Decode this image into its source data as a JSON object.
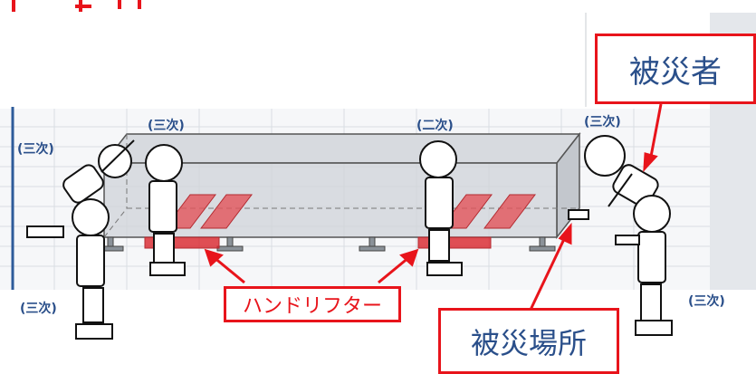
{
  "labels": {
    "victim": "被災者",
    "accident_place": "被災場所",
    "hand_lifter": "ハンドリフター"
  },
  "worker_tags": {
    "left_top": "(三次)",
    "left_rear_worker": "(三次)",
    "center_worker": "(二次)",
    "right_top": "(三次)",
    "left_bottom": "(三次)",
    "right_bottom": "(三次)"
  },
  "colors": {
    "callout_border": "#e8141b",
    "callout_text": "#2a4f8a",
    "tag_text": "#2a4f8a",
    "arrow": "#e8141b",
    "lifter_fill": "#e2545a"
  }
}
